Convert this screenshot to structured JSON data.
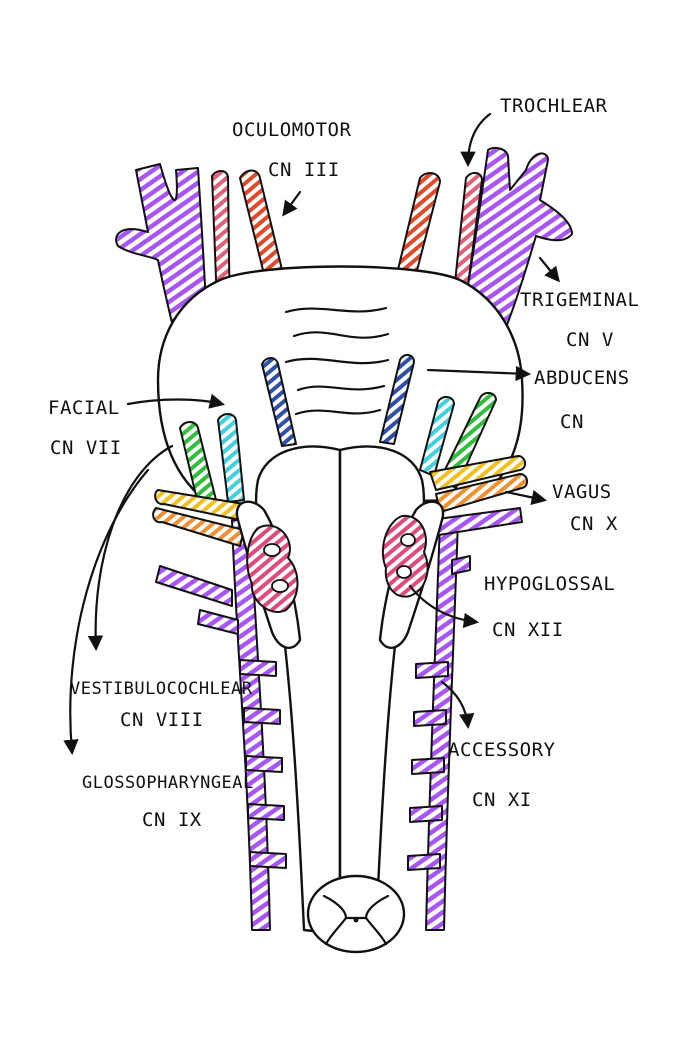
{
  "colors": {
    "trigeminal": "#a855f7",
    "oculomotor": "#e04a2a",
    "trochlear": "#e0607a",
    "abducens": "#3050a8",
    "facial": "#2fbf3a",
    "vestibulocochlear": "#40d0e0",
    "glossopharyngeal": "#f0c020",
    "vagus": "#f09030",
    "accessory": "#a855f7",
    "hypoglossal": "#e04a7a",
    "outline": "#111111"
  },
  "labels": {
    "oculomotor": {
      "name": "OCULOMOTOR",
      "cn": "CN III"
    },
    "trochlear": {
      "name": "TROCHLEAR"
    },
    "trigeminal": {
      "name": "TRIGEMINAL",
      "cn": "CN V"
    },
    "abducens": {
      "name": "ABDUCENS",
      "cn": "CN"
    },
    "facial": {
      "name": "FACIAL",
      "cn": "CN VII"
    },
    "vagus": {
      "name": "VAGUS",
      "cn": "CN X"
    },
    "hypoglossal": {
      "name": "HYPOGLOSSAL",
      "cn": "CN XII"
    },
    "vestibulocochlear": {
      "name": "VESTIBULOCOCHLEAR",
      "cn": "CN VIII"
    },
    "accessory": {
      "name": "ACCESSORY",
      "cn": "CN XI"
    },
    "glossopharyngeal": {
      "name": "GLOSSOPHARYNGEAL",
      "cn": "CN IX"
    }
  }
}
